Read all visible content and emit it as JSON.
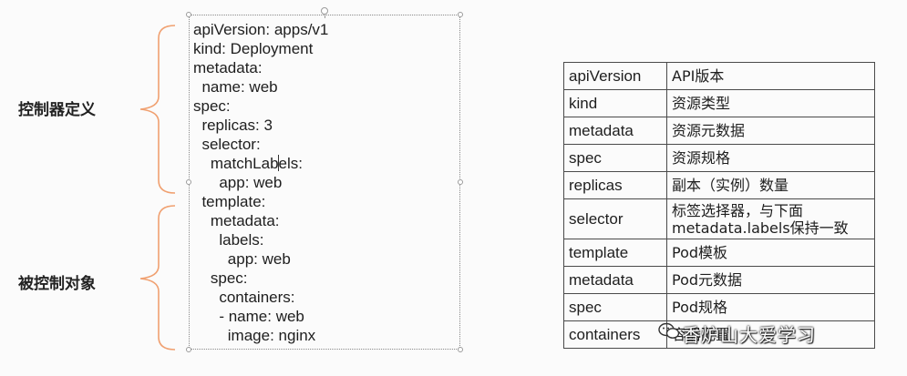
{
  "left_labels": {
    "controller_def": "控制器定义",
    "controlled_object": "被控制对象"
  },
  "yaml_lines": [
    "apiVersion: apps/v1",
    "kind: Deployment",
    "metadata:",
    "  name: web",
    "spec:",
    "  replicas: 3",
    "  selector:",
    "    matchLabels:",
    "      app: web",
    "  template:",
    "    metadata:",
    "      labels:",
    "        app: web",
    "    spec:",
    "      containers:",
    "      - name: web",
    "        image: nginx"
  ],
  "table_rows": [
    {
      "key": "apiVersion",
      "value": "API版本"
    },
    {
      "key": "kind",
      "value": "资源类型"
    },
    {
      "key": "metadata",
      "value": "资源元数据"
    },
    {
      "key": "spec",
      "value": "资源规格"
    },
    {
      "key": "replicas",
      "value": "副本（实例）数量"
    },
    {
      "key": "selector",
      "value": "标签选择器，与下面metadata.labels保持一致"
    },
    {
      "key": "template",
      "value": "Pod模板"
    },
    {
      "key": "metadata",
      "value": "Pod元数据"
    },
    {
      "key": "spec",
      "value": "Pod规格"
    },
    {
      "key": "containers",
      "value": "容器配置"
    }
  ],
  "watermark": "香炉山大爱学习",
  "colors": {
    "brace": "#f0a070",
    "box_border": "#8a8a8a",
    "table_border": "#4a4a4a"
  }
}
